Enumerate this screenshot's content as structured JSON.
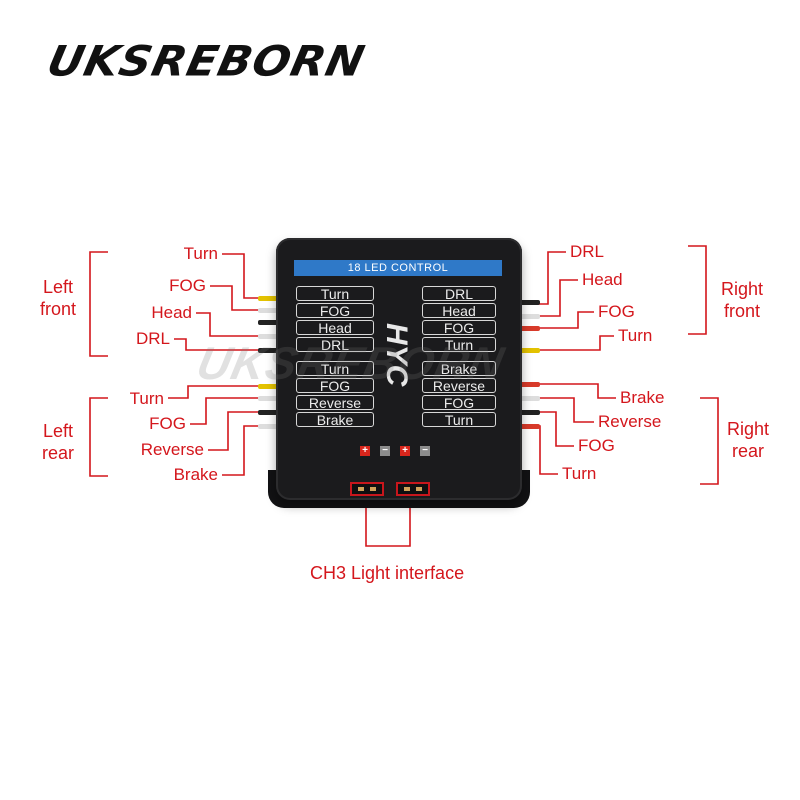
{
  "brand": "UKSREBORN",
  "device": {
    "title": "18 LED CONTROL",
    "left_channels": [
      "Turn",
      "FOG",
      "Head",
      "DRL",
      "Turn",
      "FOG",
      "Reverse",
      "Brake"
    ],
    "right_channels": [
      "DRL",
      "Head",
      "FOG",
      "Turn",
      "Brake",
      "Reverse",
      "FOG",
      "Turn"
    ],
    "pads": [
      "+",
      "−",
      "+",
      "−"
    ]
  },
  "left_front": {
    "group_line1": "Left",
    "group_line2": "front",
    "labels": [
      "Turn",
      "FOG",
      "Head",
      "DRL"
    ]
  },
  "left_rear": {
    "group_line1": "Left",
    "group_line2": "rear",
    "labels": [
      "Turn",
      "FOG",
      "Reverse",
      "Brake"
    ]
  },
  "right_front": {
    "group_line1": "Right",
    "group_line2": "front",
    "labels": [
      "DRL",
      "Head",
      "FOG",
      "Turn"
    ]
  },
  "right_rear": {
    "group_line1": "Right",
    "group_line2": "rear",
    "labels": [
      "Brake",
      "Reverse",
      "FOG",
      "Turn"
    ]
  },
  "interface_label": "CH3 Light interface",
  "colors": {
    "label_red": "#d4161c",
    "title_blue": "#2f79c8",
    "device_body": "#1b1b1d"
  }
}
